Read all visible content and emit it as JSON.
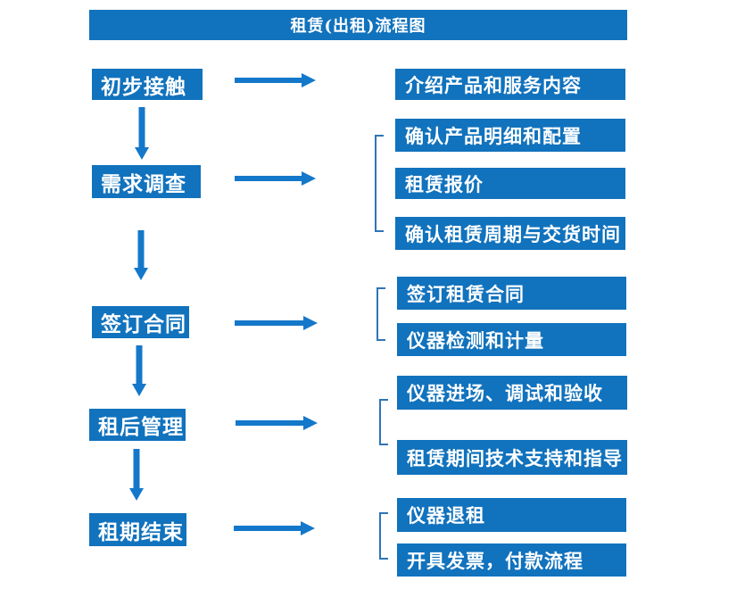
{
  "title": "租赁(出租)流程图",
  "colors": {
    "box": "#1172BD",
    "arrow": "#1478CA",
    "bracket": "#2E75B6",
    "box_text": "#FFFFFF",
    "background": "#FFFFFF"
  },
  "stages": [
    {
      "label": "初步接触",
      "details": [
        "介绍产品和服务内容"
      ]
    },
    {
      "label": "需求调查",
      "details": [
        "确认产品明细和配置",
        "租赁报价",
        "确认租赁周期与交货时间"
      ]
    },
    {
      "label": "签订合同",
      "details": [
        "签订租赁合同",
        "仪器检测和计量"
      ]
    },
    {
      "label": "租后管理",
      "details": [
        "仪器进场、调试和验收",
        "租赁期间技术支持和指导"
      ]
    },
    {
      "label": "租期结束",
      "details": [
        "仪器退租",
        "开具发票，付款流程"
      ]
    }
  ]
}
